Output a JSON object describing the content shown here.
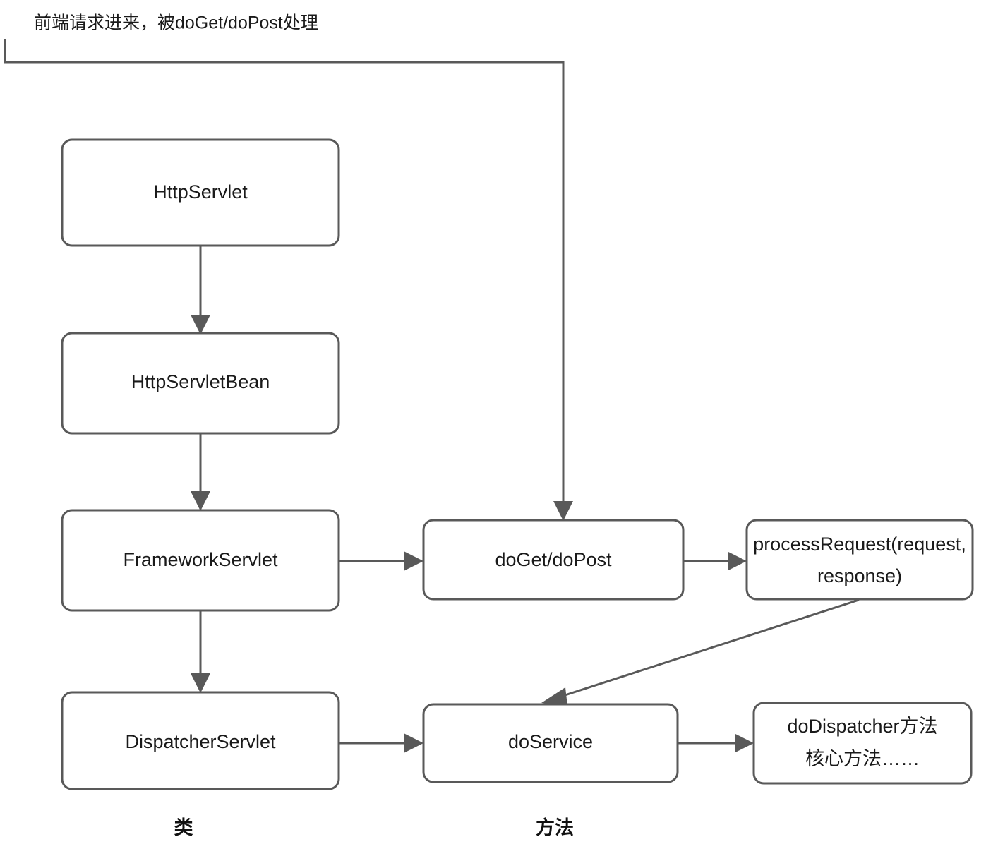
{
  "diagram": {
    "caption": "前端请求进来，被doGet/doPost处理",
    "column_labels": {
      "classes": "类",
      "methods": "方法"
    },
    "colors": {
      "stroke": "#595959",
      "node_fill": "#ffffff",
      "text": "#1a1a1a",
      "background": "#ffffff"
    },
    "nodes": {
      "http_servlet": {
        "label": "HttpServlet"
      },
      "http_servlet_bean": {
        "label": "HttpServletBean"
      },
      "framework_servlet": {
        "label": "FrameworkServlet"
      },
      "dispatcher_servlet": {
        "label": "DispatcherServlet"
      },
      "do_get_do_post": {
        "label": "doGet/doPost"
      },
      "process_request": {
        "label_line1": "processRequest(request,",
        "label_line2": "response)"
      },
      "do_service": {
        "label": "doService"
      },
      "do_dispatcher": {
        "label_line1": "doDispatcher方法",
        "label_line2": "核心方法……"
      }
    },
    "edges": [
      {
        "name": "request-entry-to-doget",
        "from": "caption",
        "to": "do_get_do_post"
      },
      {
        "name": "httpservlet-to-httpservletbean",
        "from": "http_servlet",
        "to": "http_servlet_bean"
      },
      {
        "name": "httpservletbean-to-frameworkservlet",
        "from": "http_servlet_bean",
        "to": "framework_servlet"
      },
      {
        "name": "frameworkservlet-to-dispatcherservlet",
        "from": "framework_servlet",
        "to": "dispatcher_servlet"
      },
      {
        "name": "frameworkservlet-to-doget",
        "from": "framework_servlet",
        "to": "do_get_do_post"
      },
      {
        "name": "doget-to-processrequest",
        "from": "do_get_do_post",
        "to": "process_request"
      },
      {
        "name": "processrequest-to-doservice",
        "from": "process_request",
        "to": "do_service"
      },
      {
        "name": "dispatcherservlet-to-doservice",
        "from": "dispatcher_servlet",
        "to": "do_service"
      },
      {
        "name": "doservice-to-dodispatcher",
        "from": "do_service",
        "to": "do_dispatcher"
      }
    ]
  }
}
